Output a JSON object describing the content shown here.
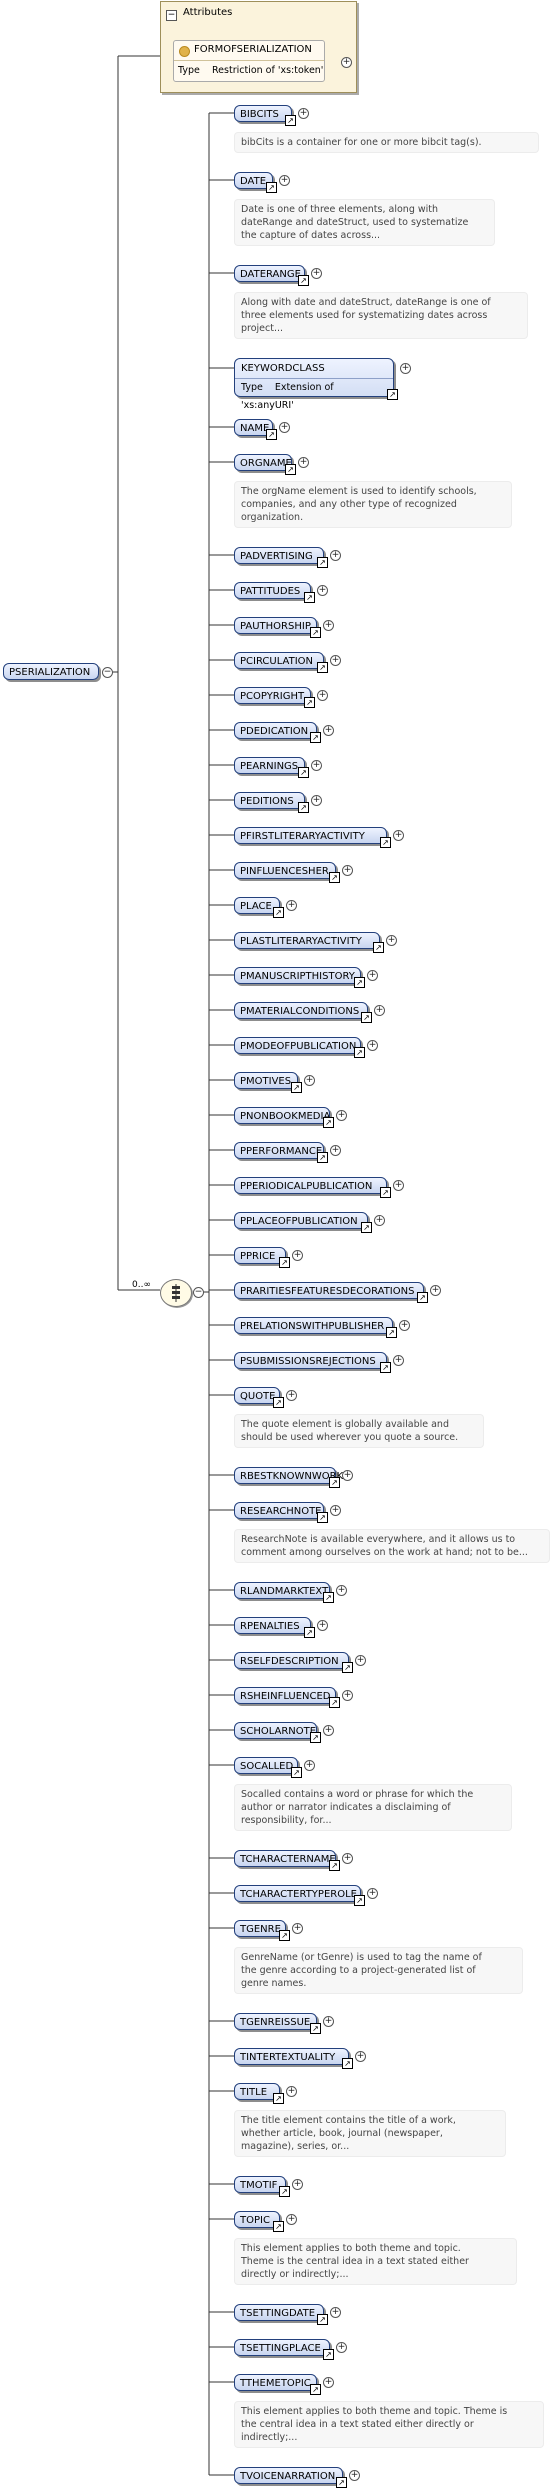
{
  "root": {
    "label": "PSERIALIZATION"
  },
  "attributes": {
    "title": "Attributes",
    "item": {
      "name": "FORMOFSERIALIZATION",
      "type_label": "Type",
      "type_value": "Restriction of 'xs:token'"
    }
  },
  "choice": {
    "cardinality": "0..∞"
  },
  "children": [
    {
      "label": "BIBCITS",
      "desc": [
        "bibCits is a container for one or more bibcit tag(s)."
      ]
    },
    {
      "label": "DATE",
      "desc": [
        "Date is one of three elements, along with",
        "dateRange and dateStruct, used to systematize",
        "the capture of dates across..."
      ]
    },
    {
      "label": "DATERANGE",
      "desc": [
        "Along with date and dateStruct, dateRange is one of",
        "three elements used for systematizing dates across",
        "project..."
      ]
    },
    {
      "label": "KEYWORDCLASS",
      "type_label": "Type",
      "type_value": "Extension of 'xs:anyURI'"
    },
    {
      "label": "NAME"
    },
    {
      "label": "ORGNAME",
      "desc": [
        "The orgName element is used to identify schools,",
        "companies, and any other type of recognized",
        "organization."
      ]
    },
    {
      "label": "PADVERTISING"
    },
    {
      "label": "PATTITUDES"
    },
    {
      "label": "PAUTHORSHIP"
    },
    {
      "label": "PCIRCULATION"
    },
    {
      "label": "PCOPYRIGHT"
    },
    {
      "label": "PDEDICATION"
    },
    {
      "label": "PEARNINGS"
    },
    {
      "label": "PEDITIONS"
    },
    {
      "label": "PFIRSTLITERARYACTIVITY"
    },
    {
      "label": "PINFLUENCESHER"
    },
    {
      "label": "PLACE"
    },
    {
      "label": "PLASTLITERARYACTIVITY"
    },
    {
      "label": "PMANUSCRIPTHISTORY"
    },
    {
      "label": "PMATERIALCONDITIONS"
    },
    {
      "label": "PMODEOFPUBLICATION"
    },
    {
      "label": "PMOTIVES"
    },
    {
      "label": "PNONBOOKMEDIA"
    },
    {
      "label": "PPERFORMANCE"
    },
    {
      "label": "PPERIODICALPUBLICATION"
    },
    {
      "label": "PPLACEOFPUBLICATION"
    },
    {
      "label": "PPRICE"
    },
    {
      "label": "PRARITIESFEATURESDECORATIONS"
    },
    {
      "label": "PRELATIONSWITHPUBLISHER"
    },
    {
      "label": "PSUBMISSIONSREJECTIONS"
    },
    {
      "label": "QUOTE",
      "desc": [
        "The quote element is globally available and",
        "should be used wherever you quote a source."
      ]
    },
    {
      "label": "RBESTKNOWNWORK"
    },
    {
      "label": "RESEARCHNOTE",
      "desc": [
        "ResearchNote is available everywhere, and it allows us to",
        "comment among ourselves on the work at hand; not to be..."
      ]
    },
    {
      "label": "RLANDMARKTEXT"
    },
    {
      "label": "RPENALTIES"
    },
    {
      "label": "RSELFDESCRIPTION"
    },
    {
      "label": "RSHEINFLUENCED"
    },
    {
      "label": "SCHOLARNOTE"
    },
    {
      "label": "SOCALLED",
      "desc": [
        "Socalled contains a word or phrase for which the",
        "author or narrator indicates a disclaiming of",
        "responsibility, for..."
      ]
    },
    {
      "label": "TCHARACTERNAME"
    },
    {
      "label": "TCHARACTERTYPEROLE"
    },
    {
      "label": "TGENRE",
      "desc": [
        "GenreName (or tGenre) is used to tag the name of",
        "the genre according to a project-generated list of",
        "genre names."
      ]
    },
    {
      "label": "TGENREISSUE"
    },
    {
      "label": "TINTERTEXTUALITY"
    },
    {
      "label": "TITLE",
      "desc": [
        "The title element contains the title of a work,",
        "whether article, book, journal (newspaper,",
        "magazine), series, or..."
      ]
    },
    {
      "label": "TMOTIF"
    },
    {
      "label": "TOPIC",
      "desc": [
        "This element applies to both theme and topic.",
        "Theme is the central idea in a text stated either",
        "directly or indirectly;..."
      ]
    },
    {
      "label": "TSETTINGDATE"
    },
    {
      "label": "TSETTINGPLACE"
    },
    {
      "label": "TTHEMETOPIC",
      "desc": [
        "This element applies to both theme and topic. Theme is",
        "the central idea in a text stated either directly or",
        "indirectly;..."
      ]
    },
    {
      "label": "TVOICENARRATION"
    }
  ]
}
